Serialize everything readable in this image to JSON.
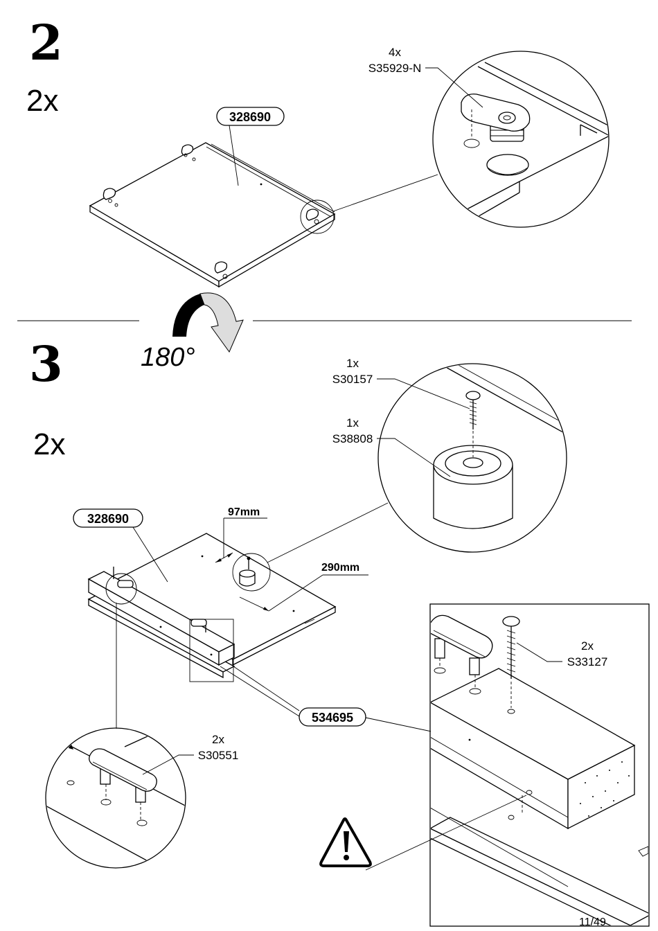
{
  "step2": {
    "number": "2",
    "quantity": "2x",
    "panel_label": "328690",
    "part_qty": "4x",
    "part_code": "S35929-N"
  },
  "rotation": {
    "label": "180°"
  },
  "step3": {
    "number": "3",
    "quantity": "2x",
    "panel_label": "328690",
    "screw_qty": "1x",
    "screw_code": "S30157",
    "foot_qty": "1x",
    "foot_code": "S38808",
    "dim_a": "97mm",
    "dim_b": "290mm",
    "rail_label": "534695",
    "connector_qty": "2x",
    "connector_code": "S30551",
    "detail_screw_qty": "2x",
    "detail_screw_code": "S33127"
  },
  "page": {
    "number": "11/49"
  }
}
